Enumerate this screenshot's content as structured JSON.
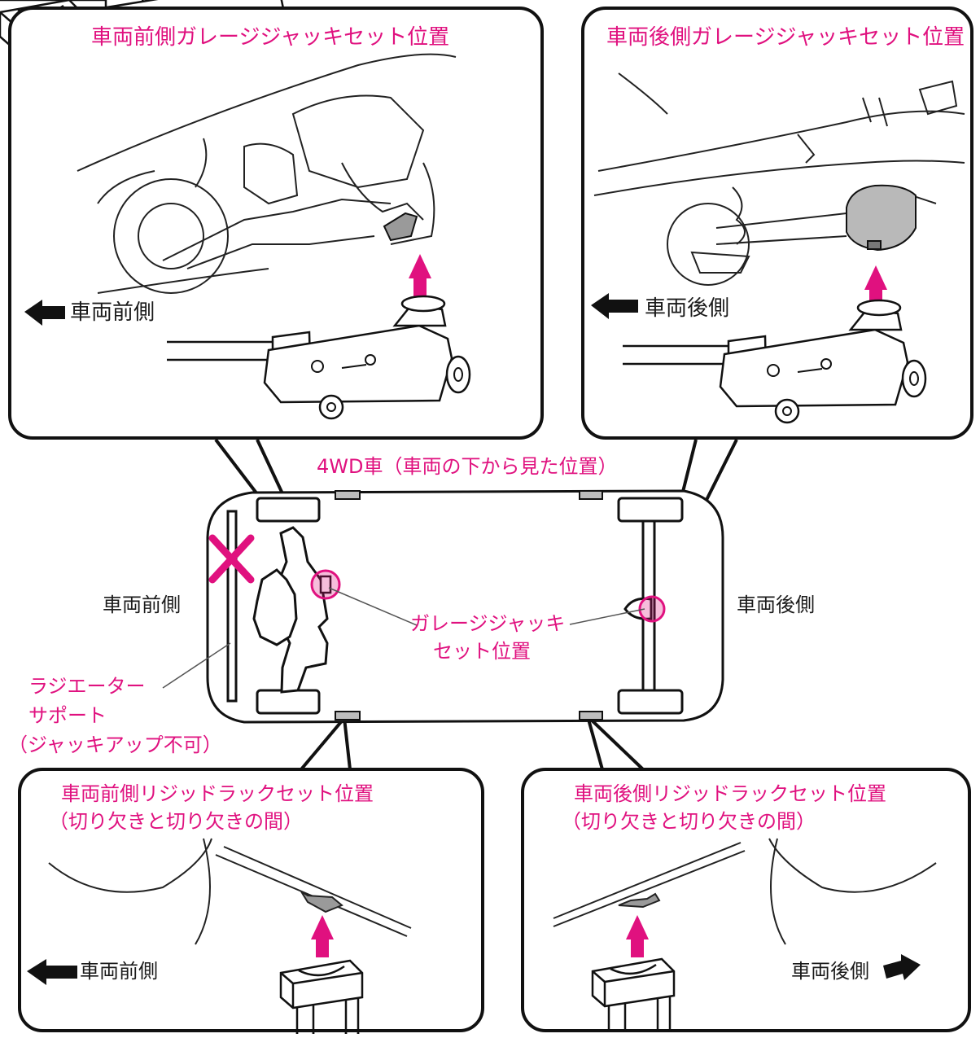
{
  "colors": {
    "accent": "#e0117f",
    "line": "#111111",
    "pad": "#bdbdbd",
    "tank": "#b9b9b9"
  },
  "panels": {
    "front_garage_title": "車両前側ガレージジャッキセット位置",
    "rear_garage_title": "車両後側ガレージジャッキセット位置",
    "front_rack_title": "車両前側リジッドラックセット位置",
    "front_rack_note": "（切り欠きと切り欠きの間）",
    "rear_rack_title": "車両後側リジッドラックセット位置",
    "rear_rack_note": "（切り欠きと切り欠きの間）"
  },
  "direction_labels": {
    "front_garage": "車両前側",
    "rear_garage": "車両後側",
    "front_rack": "車両前側",
    "rear_rack": "車両後側",
    "underbody_front": "車両前側",
    "underbody_rear": "車両後側"
  },
  "underbody": {
    "title": "4WD車（車両の下から見た位置）",
    "jack_point_label_line1": "ガレージジャッキ",
    "jack_point_label_line2": "セット位置",
    "radiator_label_line1": "ラジエーター",
    "radiator_label_line2": "サポート",
    "radiator_label_line3": "（ジャッキアップ不可）"
  },
  "icons": {
    "direction_arrow": "arrow-left-icon",
    "direction_arrow_right": "arrow-right-icon",
    "lift_arrow": "arrow-up-icon",
    "no_jack_mark": "cross-mark-icon"
  }
}
